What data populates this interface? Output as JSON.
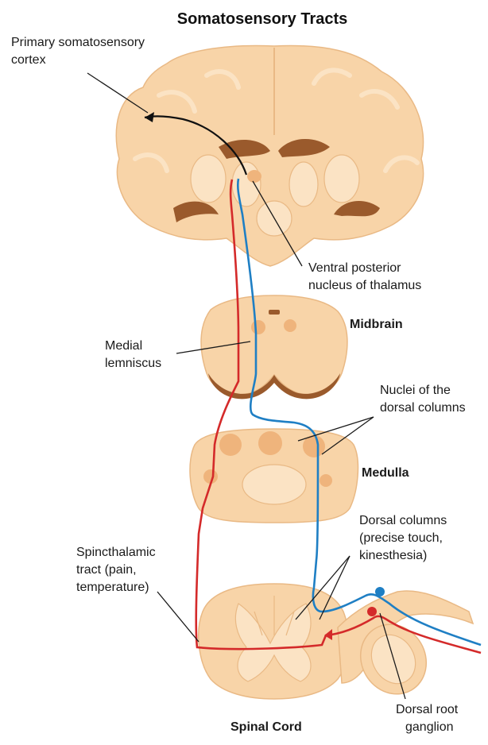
{
  "title": "Somatosensory Tracts",
  "labels": {
    "cortex_line1": "Primary somatosensory",
    "cortex_line2": "cortex",
    "thalamus_line1": "Ventral posterior",
    "thalamus_line2": "nucleus of thalamus",
    "midbrain": "Midbrain",
    "lemniscus_line1": "Medial",
    "lemniscus_line2": "lemniscus",
    "nuclei_line1": "Nuclei of the",
    "nuclei_line2": "dorsal columns",
    "medulla": "Medulla",
    "dorsal_line1": "Dorsal columns",
    "dorsal_line2": "(precise touch,",
    "dorsal_line3": "kinesthesia)",
    "spino_line1": "Spincthalamic",
    "spino_line2": "tract (pain,",
    "spino_line3": "temperature)",
    "spinal_cord": "Spinal Cord",
    "drg_line1": "Dorsal root",
    "drg_line2": "ganglion"
  },
  "colors": {
    "tissue": "#f8d4a8",
    "tissue_edge": "#e9b985",
    "nucleus": "#efb47c",
    "dark_edge": "#9a5a2c",
    "red_pathway": "#d42a2a",
    "blue_pathway": "#1f7fc4"
  }
}
